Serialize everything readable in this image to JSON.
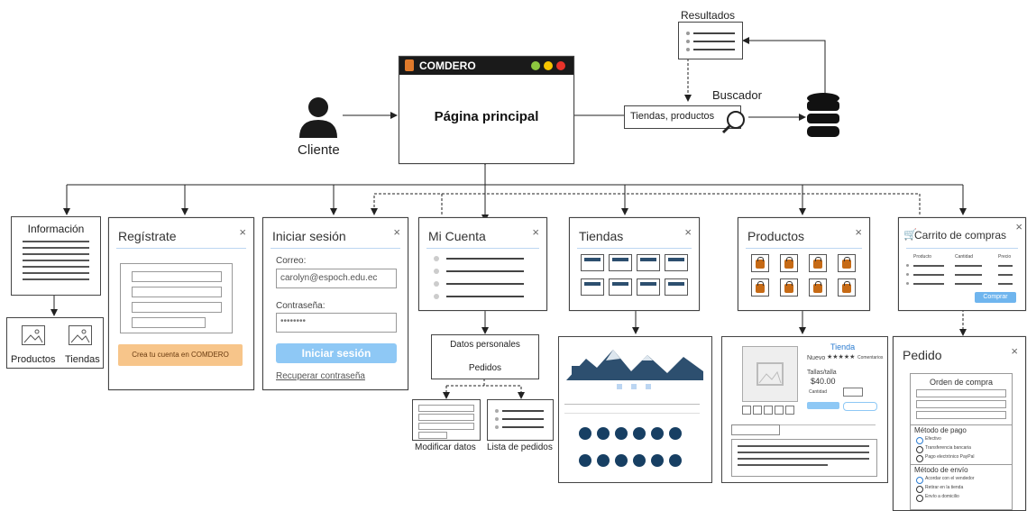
{
  "client": {
    "label": "Cliente"
  },
  "main_page": {
    "brand": "COMDERO",
    "title": "Página principal"
  },
  "search": {
    "label": "Buscador",
    "field_text": "Tiendas, productos"
  },
  "results": {
    "label": "Resultados"
  },
  "info": {
    "title": "Información",
    "products": "Productos",
    "stores": "Tiendas"
  },
  "register": {
    "title": "Regístrate",
    "close": "×",
    "button": "Crea tu cuenta en COMDERO"
  },
  "login": {
    "title": "Iniciar sesión",
    "close": "×",
    "email_label": "Correo:",
    "email_value": "carolyn@espoch.edu.ec",
    "password_label": "Contraseña:",
    "password_value": "••••••••",
    "button": "Iniciar sesión",
    "recover": "Recuperar contraseña"
  },
  "account": {
    "title": "Mi Cuenta",
    "close": "×",
    "personal": "Datos personales",
    "orders": "Pedidos",
    "modify": "Modificar datos",
    "order_list": "Lista de pedidos"
  },
  "stores": {
    "title": "Tiendas",
    "close": "×"
  },
  "products": {
    "title": "Productos",
    "close": "×"
  },
  "cart": {
    "title": "Carrito de compras",
    "close": "×",
    "col1": "Producto",
    "col2": "Cantidad",
    "col3": "Precio",
    "button": "Comprar"
  },
  "product_detail": {
    "store": "Tienda",
    "name": "Nuevo",
    "reviews": "Comentarios",
    "price_label": "Tallas/talla",
    "price": "$40.00",
    "qty": "Cantidad"
  },
  "order": {
    "title": "Pedido",
    "close": "×",
    "purchase_order": "Orden de compra",
    "payment_label": "Método de pago",
    "pay1": "Efectivo",
    "pay2": "Transferencia bancaria",
    "pay3": "Pago electrónico PayPal",
    "ship_label": "Método de envío",
    "ship1": "Acordar con el vendedor",
    "ship2": "Retirar en la tienda",
    "ship3": "Envío a domicilio"
  },
  "colors": {
    "accent_button": "#8ec8f5",
    "orange_button": "#f7c58a",
    "navy": "#173f63",
    "orange": "#c66a15"
  }
}
